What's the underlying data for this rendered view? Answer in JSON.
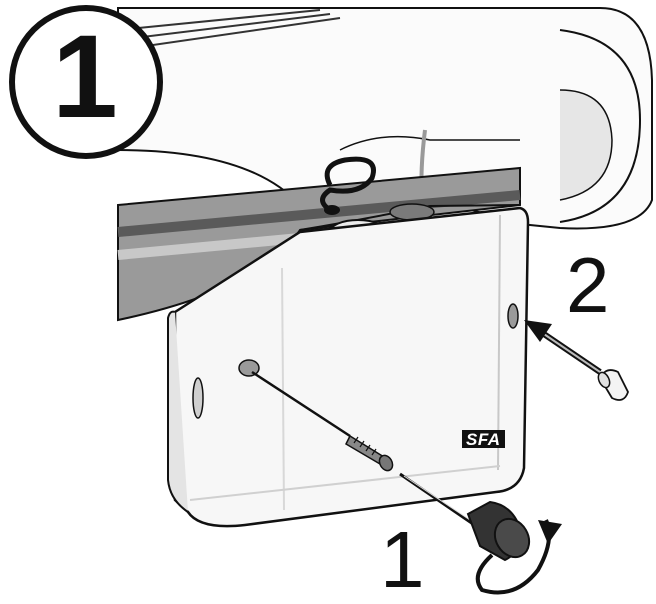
{
  "step_badge": {
    "number": "1"
  },
  "callouts": [
    {
      "label": "1"
    },
    {
      "label": "2"
    }
  ],
  "brand_logo": {
    "text": "SFA"
  },
  "colors": {
    "outline": "#111111",
    "fill_light": "#f2f2f2",
    "fill_mid": "#bdbdbd",
    "fill_dark": "#5a5a5a",
    "box_fill": "#f7f7f7"
  },
  "icons": {
    "screwdriver": "screwdriver-icon",
    "rotation": "rotation-arrow-icon",
    "push": "push-arrow-icon",
    "cap": "cover-cap-icon",
    "screw": "screw-icon"
  }
}
